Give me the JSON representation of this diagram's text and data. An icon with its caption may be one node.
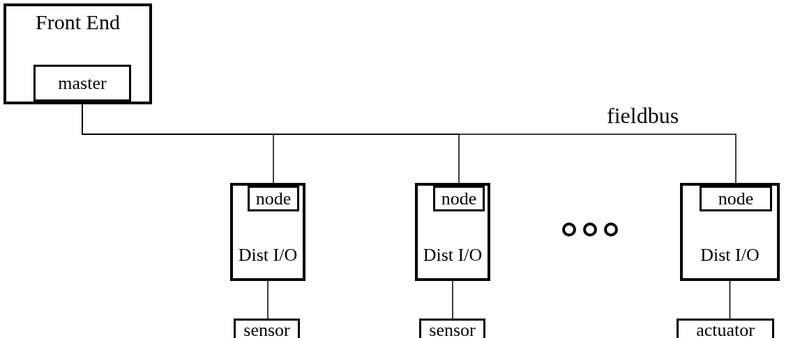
{
  "diagram": {
    "nodes": [
      {
        "text": [
          "Front End"
        ]
      },
      {
        "text": [
          "master"
        ],
        "in": 0
      },
      {
        "text": [
          "Dist I/O"
        ]
      },
      {
        "text": [
          "node"
        ],
        "in": 2
      },
      {
        "text": [
          "Dist I/O"
        ]
      },
      {
        "text": [
          "node"
        ],
        "in": 4
      },
      {
        "text": [
          "Dist I/O"
        ]
      },
      {
        "text": [
          "node"
        ],
        "in": 6
      },
      {
        "text": [
          "sensor"
        ]
      },
      {
        "text": [
          "sensor"
        ]
      },
      {
        "text": [
          "actuator"
        ]
      }
    ],
    "edges": [
      {
        "from": 1,
        "to": 3,
        "arrow": "none"
      },
      {
        "from": 1,
        "to": 5,
        "arrow": "none"
      },
      {
        "from": 1,
        "to": 7,
        "arrow": "none"
      },
      {
        "from": 2,
        "to": 8,
        "arrow": "none"
      },
      {
        "from": 4,
        "to": 9,
        "arrow": "none"
      },
      {
        "from": 6,
        "to": 10,
        "arrow": "none"
      }
    ],
    "labels": [
      "fieldbus"
    ]
  }
}
